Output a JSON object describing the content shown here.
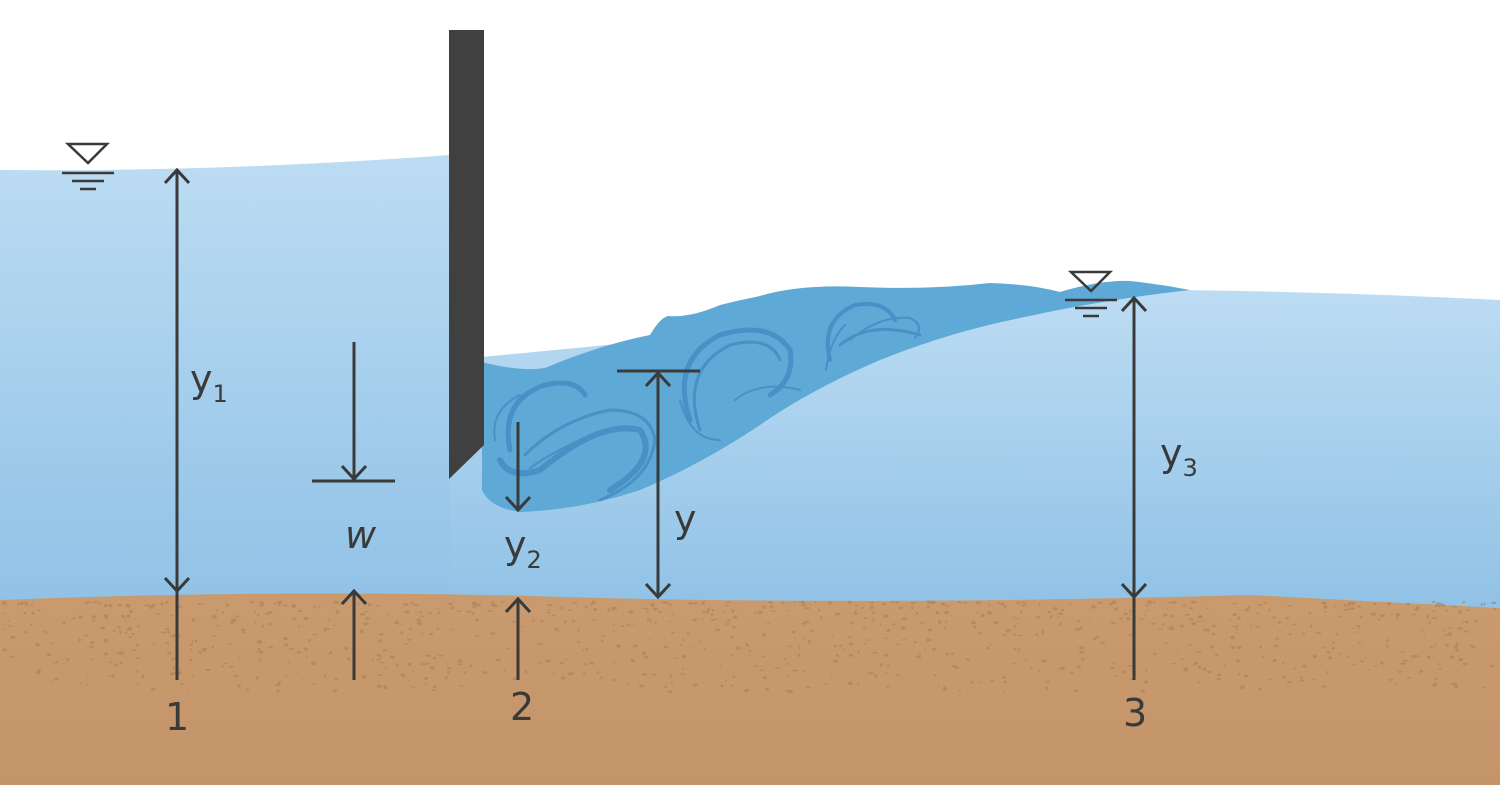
{
  "labels": {
    "depth_upstream": {
      "main": "y",
      "sub": "1"
    },
    "depth_vena": {
      "main": "y",
      "sub": "2"
    },
    "depth_downstream": {
      "main": "y",
      "sub": "3"
    },
    "depth_jump": "y",
    "gate_opening": "w",
    "section_1": "1",
    "section_2": "2",
    "section_3": "3"
  },
  "colors": {
    "water_light": "#b9dcf3",
    "water_mid": "#a7d0ef",
    "water_jump": "#5ea9d6",
    "eddy": "#4a90c8",
    "soil": "#c4966a",
    "soil_speckle": "#a97c52",
    "gate": "#404040",
    "ink": "#3a3a3a"
  },
  "icons": [
    "water-surface-symbol-icon",
    "water-surface-symbol-icon"
  ]
}
